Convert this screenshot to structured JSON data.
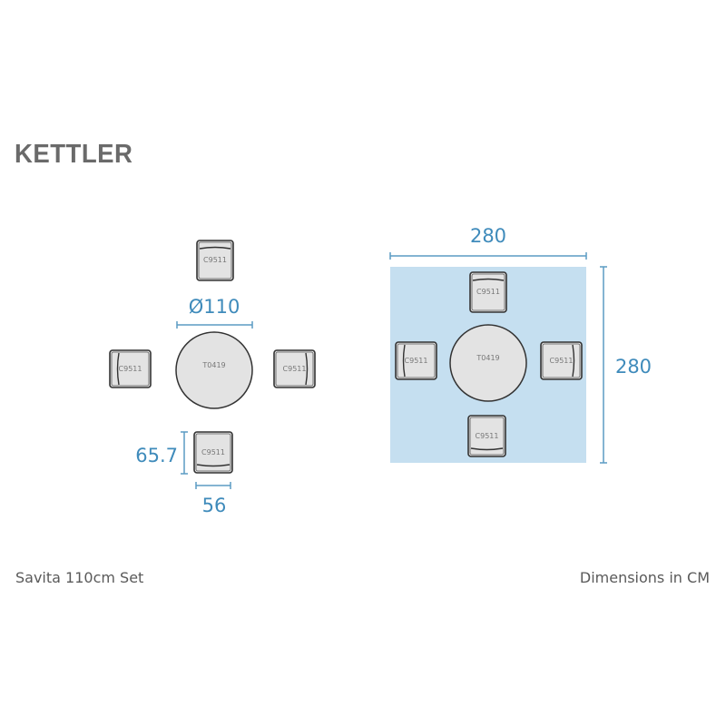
{
  "brand": "KETTLER",
  "product_name": "Savita 110cm Set",
  "units_note": "Dimensions in CM",
  "colors": {
    "accent": "#3f8bbb",
    "area_fill": "#c5dff0",
    "furniture_fill": "#e3e3e3",
    "outline": "#333333"
  },
  "left_plan": {
    "table_code": "T0419",
    "chair_code": "C9511",
    "table_diameter_label": "Ø110",
    "chair_depth_label": "65.7",
    "chair_width_label": "56"
  },
  "right_plan": {
    "table_code": "T0419",
    "chair_code": "C9511",
    "area_width_label": "280",
    "area_depth_label": "280"
  }
}
